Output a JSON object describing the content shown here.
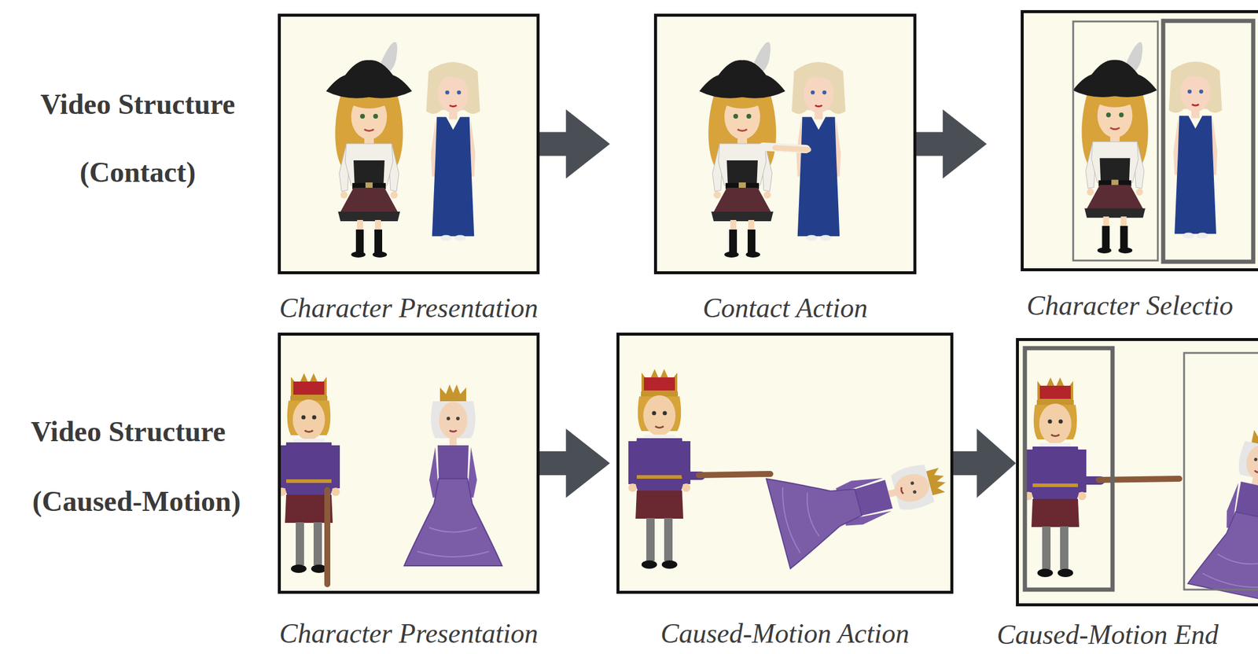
{
  "diagram": {
    "nodes": [
      {
        "text": [
          "Character Presentation"
        ]
      },
      {
        "text": [
          "Contact Action"
        ]
      },
      {
        "text": [
          "Character Selectio"
        ]
      },
      {
        "text": [
          "Character Presentation"
        ]
      },
      {
        "text": [
          "Caused-Motion Action"
        ]
      },
      {
        "text": [
          "Caused-Motion End"
        ]
      }
    ],
    "edges": [
      {
        "from": 0,
        "to": 1,
        "arrow": "to"
      },
      {
        "from": 1,
        "to": 2,
        "arrow": "to"
      },
      {
        "from": 3,
        "to": 4,
        "arrow": "to"
      },
      {
        "from": 4,
        "to": 5,
        "arrow": "to"
      }
    ],
    "labels": [
      "Video Structure",
      "(Contact)",
      "Video Structure",
      "(Caused-Motion)"
    ]
  }
}
